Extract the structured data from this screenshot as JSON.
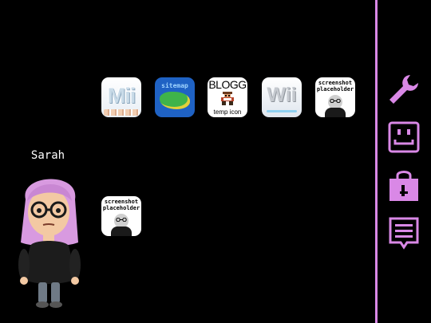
{
  "apps": [
    {
      "id": "mii",
      "label": "Mii"
    },
    {
      "id": "sitemap",
      "label": "sitemap"
    },
    {
      "id": "blog",
      "label": "BLOGG",
      "sublabel": "temp icon"
    },
    {
      "id": "wii",
      "label": "Wii"
    },
    {
      "id": "placeholder1",
      "label": "screenshot\nplaceholder"
    },
    {
      "id": "placeholder2",
      "label": "screenshot\nplaceholder"
    }
  ],
  "user": {
    "name": "Sarah",
    "hair_color": "#d89ae0"
  },
  "sidebar": {
    "accent": "#d988e6",
    "items": [
      {
        "icon": "wrench-icon"
      },
      {
        "icon": "smiley-icon"
      },
      {
        "icon": "shopping-bag-icon"
      },
      {
        "icon": "message-icon"
      }
    ]
  },
  "colors": {
    "background": "#000000",
    "accent": "#d988e6"
  }
}
